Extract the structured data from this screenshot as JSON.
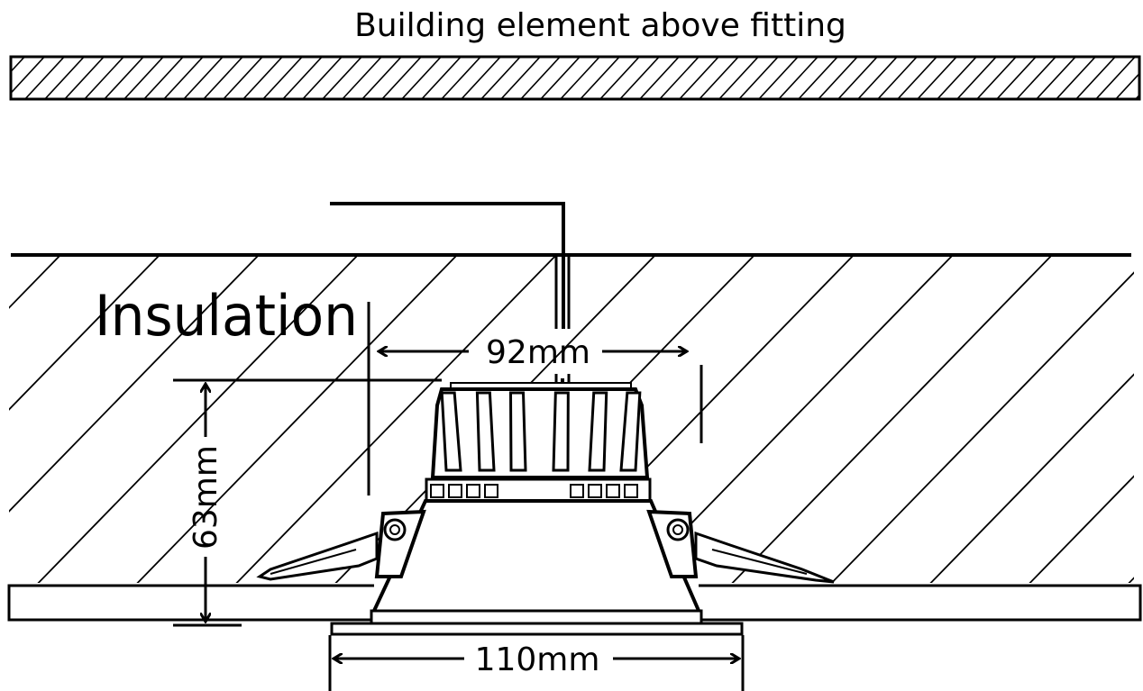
{
  "labels": {
    "building_element": "Building element above fitting",
    "insulation": "Insulation",
    "width_top": "92mm",
    "height": "63mm",
    "width_bottom": "110mm"
  }
}
